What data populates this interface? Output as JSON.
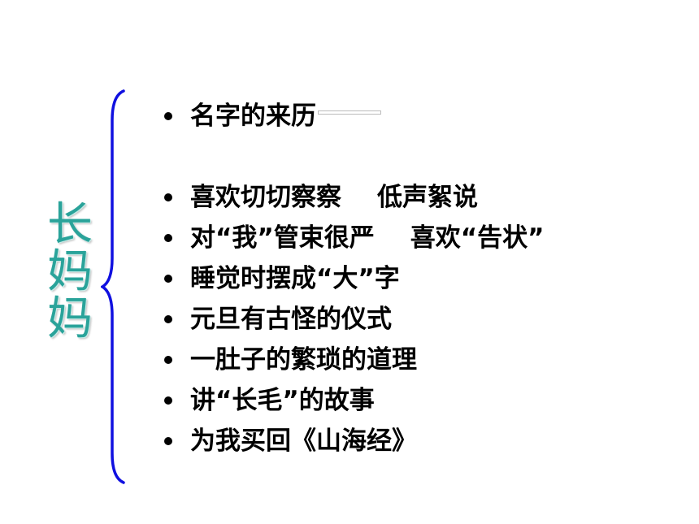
{
  "title": [
    "长",
    "妈",
    "妈"
  ],
  "items": [
    {
      "text": "名字的来历",
      "extra": ""
    },
    {
      "text": "喜欢切切察察",
      "extra": "低声絮说"
    },
    {
      "text": "对“我”管束很严",
      "extra": "喜欢“告状”"
    },
    {
      "text": "睡觉时摆成“大”字",
      "extra": ""
    },
    {
      "text": "元旦有古怪的仪式",
      "extra": ""
    },
    {
      "text": "一肚子的繁琐的道理",
      "extra": ""
    },
    {
      "text": "讲“长毛”的故事",
      "extra": ""
    },
    {
      "text": "为我买回《山海经》",
      "extra": ""
    }
  ],
  "colors": {
    "title": "#2aa39a",
    "brace": "#1010e0",
    "text": "#000000"
  }
}
